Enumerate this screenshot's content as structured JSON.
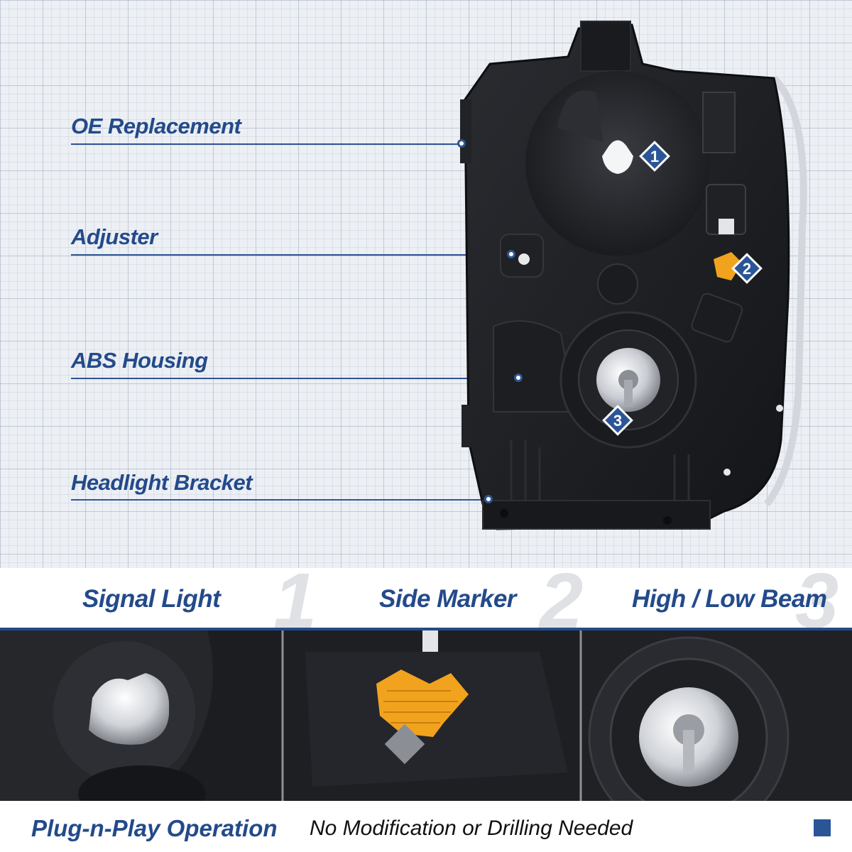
{
  "callouts": [
    {
      "label": "OE Replacement"
    },
    {
      "label": "Adjuster"
    },
    {
      "label": "ABS Housing"
    },
    {
      "label": "Headlight Bracket"
    }
  ],
  "badges": [
    "1",
    "2",
    "3"
  ],
  "features": [
    {
      "number": "1",
      "label": "Signal Light"
    },
    {
      "number": "2",
      "label": "Side Marker"
    },
    {
      "number": "3",
      "label": "High / Low Beam"
    }
  ],
  "caption": {
    "title": "Plug-n-Play Operation",
    "subtitle": "No Modification or Drilling Needed"
  },
  "colors": {
    "brand_blue": "#234a8a",
    "housing": "#1c1d20",
    "amber": "#f2a31e",
    "chrome": "#d6d8dc"
  },
  "icons": [
    "diamond-badge-icon",
    "callout-dot-icon",
    "square-bullet-icon"
  ]
}
